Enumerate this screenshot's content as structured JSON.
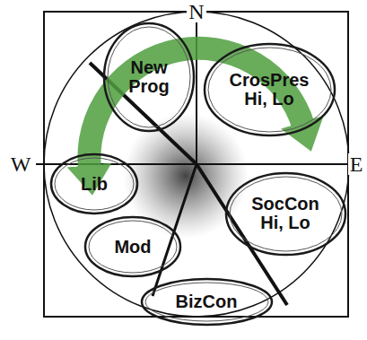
{
  "diagram": {
    "nodes": [
      {
        "text": [
          "New Prog"
        ]
      },
      {
        "text": [
          "CrosPres Hi, Lo"
        ]
      },
      {
        "text": [
          "Lib"
        ]
      },
      {
        "text": [
          "Mod"
        ]
      },
      {
        "text": [
          "SocCon Hi, Lo"
        ]
      },
      {
        "text": [
          "BizCon"
        ]
      }
    ],
    "labels": [
      "N",
      "W",
      "E"
    ]
  }
}
